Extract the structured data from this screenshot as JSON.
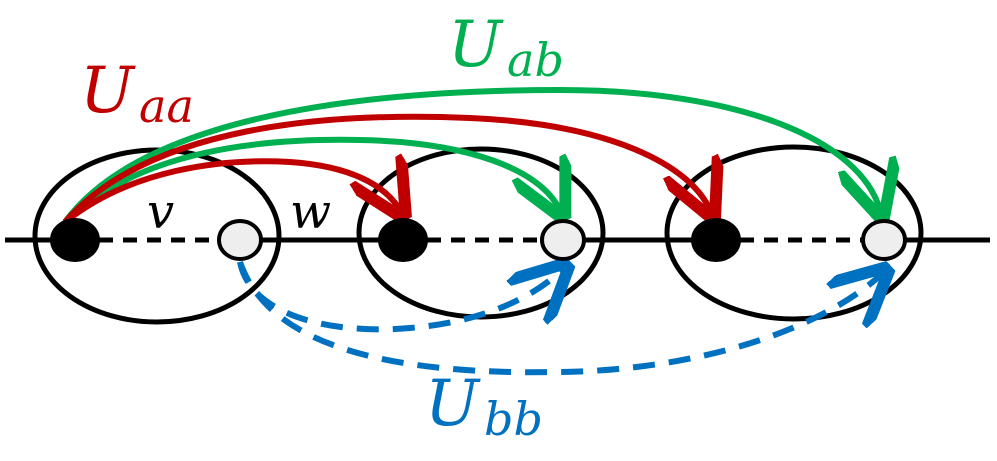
{
  "colors": {
    "aa": "#c00000",
    "ab": "#00b050",
    "bb": "#0070c0",
    "black": "#000000",
    "hollow_fill": "#eeeeee"
  },
  "labels": {
    "v": "v",
    "w": "w",
    "U_aa": {
      "base": "U",
      "sub": "aa"
    },
    "U_ab": {
      "base": "U",
      "sub": "ab"
    },
    "U_bb": {
      "base": "U",
      "sub": "bb"
    }
  },
  "groups": [
    {
      "nodes": [
        "filled",
        "hollow"
      ]
    },
    {
      "nodes": [
        "filled",
        "hollow"
      ]
    },
    {
      "nodes": [
        "filled",
        "hollow"
      ]
    }
  ]
}
